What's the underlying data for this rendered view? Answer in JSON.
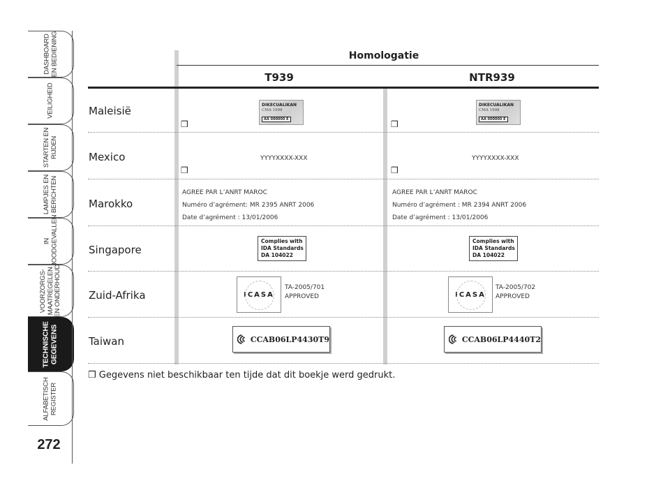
{
  "sidebar": {
    "tabs": [
      {
        "label": "DASHBOARD\nEN BEDIENING",
        "active": false
      },
      {
        "label": "VEILIGHEID",
        "active": false
      },
      {
        "label": "STARTEN EN\nRIJDEN",
        "active": false
      },
      {
        "label": "LAMPJES EN\nBERICHTEN",
        "active": false
      },
      {
        "label": "IN\nNOODGEVALLEN",
        "active": false
      },
      {
        "label": "VOORZORGS-\nMAATREGELEN\nEN ONDERHOUD",
        "active": false
      },
      {
        "label": "TECHNISCHE\nGEGEVENS",
        "active": true
      },
      {
        "label": "ALFABETISCH\nREGISTER",
        "active": false
      }
    ],
    "page_number": "272"
  },
  "table": {
    "title": "Homologatie",
    "col1": "T939",
    "col2": "NTR939",
    "checkbox": "❒",
    "rows": {
      "maleisie": {
        "country": "Maleisië",
        "logo1": {
          "l1": "DIKECUALIKAN",
          "l2": "CMA 1998",
          "l3": "AA 000000 E"
        },
        "logo2": {
          "l1": "DIKECUALIKAN",
          "l2": "CMA 1998",
          "l3": "AA 000000 E"
        }
      },
      "mexico": {
        "country": "Mexico",
        "code1": "YYYYXXXX-XXX",
        "code2": "YYYYXXXX-XXX"
      },
      "marokko": {
        "country": "Marokko",
        "col1": [
          "AGREE PAR L’ANRT MAROC",
          "Numéro d’agrément: MR 2395 ANRT 2006",
          "Date d’agrément : 13/01/2006"
        ],
        "col2": [
          "AGREE PAR L’ANRT MAROC",
          "Numéro d’agrément : MR 2394 ANRT 2006",
          "Date d’agrément : 13/01/2006"
        ]
      },
      "singapore": {
        "country": "Singapore",
        "ida": [
          "Complies with",
          "IDA  Standards",
          "DA 104022"
        ]
      },
      "zuid_afrika": {
        "country": "Zuid-Afrika",
        "logo": "ICASA",
        "col1": [
          "TA-2005/701",
          "APPROVED"
        ],
        "col2": [
          "TA-2005/702",
          "APPROVED"
        ]
      },
      "taiwan": {
        "country": "Taiwan",
        "col1": "CCAB06LP4430T9",
        "col2": "CCAB06LP4440T2"
      }
    },
    "note": "❒ Gegevens niet beschikbaar ten tijde dat dit boekje werd gedrukt."
  }
}
